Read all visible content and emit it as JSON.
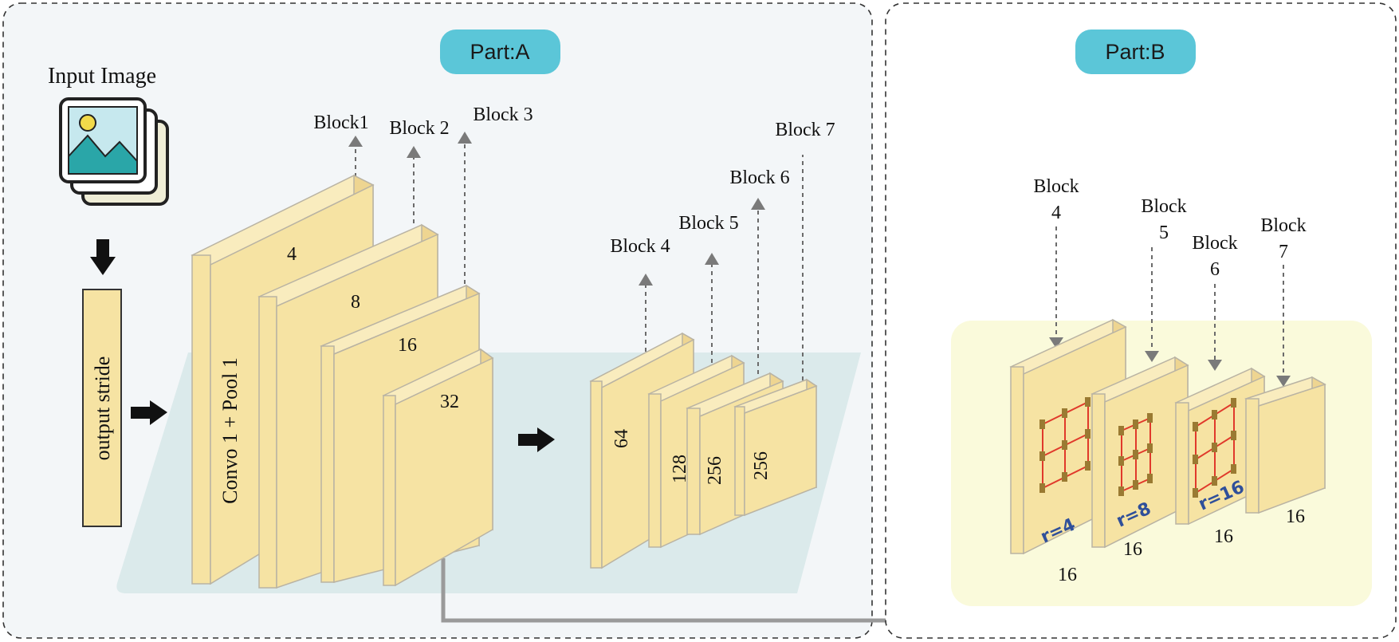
{
  "partA": {
    "title": "Part:A",
    "input_label": "Input Image",
    "output_stride_label": "output  stride",
    "conv_label": "Convo 1 + Pool 1",
    "block_labels": [
      "Block1",
      "Block 2",
      "Block 3",
      "Block 4",
      "Block 5",
      "Block 6",
      "Block 7"
    ],
    "stage1_strides": [
      "4",
      "8",
      "16",
      "32"
    ],
    "stage2_channels": [
      "64",
      "128",
      "256",
      "256"
    ]
  },
  "partB": {
    "title": "Part:B",
    "block_labels": [
      {
        "word": "Block",
        "num": "4"
      },
      {
        "word": "Block",
        "num": "5"
      },
      {
        "word": "Block",
        "num": "6"
      },
      {
        "word": "Block",
        "num": "7"
      }
    ],
    "rates": [
      "r=4",
      "r=8",
      "r=16"
    ],
    "strides": [
      "16",
      "16",
      "16",
      "16"
    ]
  },
  "colors": {
    "pill": "#5bc6d8",
    "block_face": "#f6e3a3",
    "panel_bg": "#f3f6f8",
    "teal_plane": "#dbeaeb",
    "yellow_plane": "#fafadb",
    "grid_red": "#e0392b",
    "grid_node": "#9a7a32",
    "rate_blue": "#2f4f9a"
  },
  "icons": [
    "image-stack-icon",
    "down-arrow-icon",
    "right-arrow-icon"
  ]
}
